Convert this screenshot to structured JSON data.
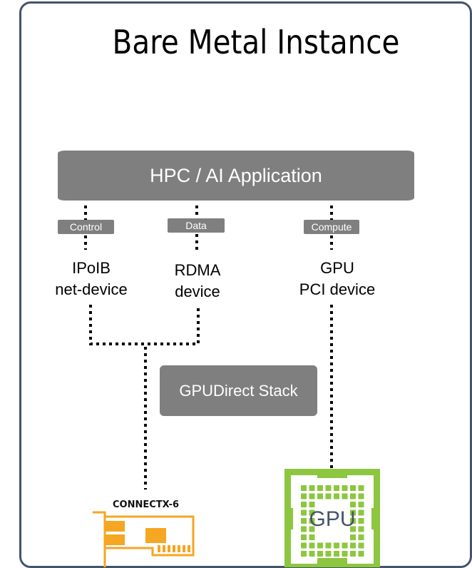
{
  "title": "Bare Metal Instance",
  "app_bar": {
    "label": "HPC / AI Application"
  },
  "channels": [
    {
      "id": "control",
      "tag": "Control",
      "device_line1": "IPoIB",
      "device_line2": "net-device"
    },
    {
      "id": "data",
      "tag": "Data",
      "device_line1": "RDMA",
      "device_line2": "device"
    },
    {
      "id": "compute",
      "tag": "Compute",
      "device_line1": "GPU",
      "device_line2": "PCI device"
    }
  ],
  "stack": {
    "label": "GPUDirect Stack"
  },
  "nic": {
    "label": "CONNECTX-6",
    "icon": "network-card-icon",
    "color": "#F5A623"
  },
  "gpu": {
    "label": "GPU",
    "icon": "gpu-chip-icon",
    "color": "#8DC63F",
    "text_color": "#44546A"
  },
  "colors": {
    "frame": "#44546A",
    "box": "#7F7F7F",
    "connector": "#000000"
  }
}
